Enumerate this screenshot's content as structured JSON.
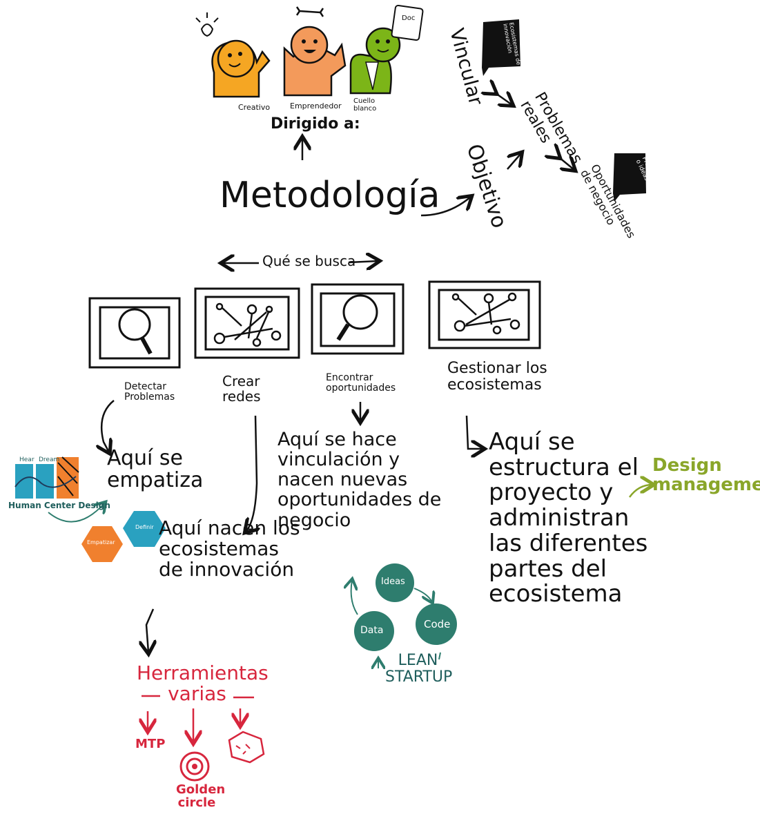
{
  "title": "Metodología",
  "audience": {
    "label": "Dirigido a:",
    "personas": [
      {
        "name": "Creativo",
        "color": "#f5a623"
      },
      {
        "name": "Emprendedor",
        "color": "#f39a5b"
      },
      {
        "name": "Cuello blanco",
        "color": "#7cb518"
      }
    ],
    "doc_label": "Doc"
  },
  "objective": {
    "label": "Objetivo",
    "vincular": "Vincular",
    "vincular_bubble": "Ecosistemas de innovación",
    "problemas": "Problemas reales",
    "oportunidades": "Oportunidades de negocio",
    "oportunidades_bubble": "Proyectos o ideas"
  },
  "que_se_busca": "Qué se busca",
  "goals": [
    {
      "label": "Detectar Problemas",
      "icon": "magnifier-icon"
    },
    {
      "label": "Crear redes",
      "icon": "network-icon"
    },
    {
      "label": "Encontrar oportunidades",
      "icon": "magnifier-icon"
    },
    {
      "label": "Gestionar los ecosistemas",
      "icon": "network-icon"
    }
  ],
  "notes": {
    "empatiza": "Aquí se empatiza",
    "ecosistemas": "Aquí nacen los ecosistemas de innovación",
    "vinculacion": "Aquí se hace vinculación y nacen nuevas oportunidades de negocio",
    "estructura": "Aquí se estructura el proyecto y administran las diferentes partes del ecosistema"
  },
  "human_center": {
    "label": "Human Center Design",
    "hear": "Hear",
    "dream": "Dream",
    "empatizar": "Empatizar",
    "definir": "Definir"
  },
  "design_management": "Design management",
  "lean_startup": {
    "label": "LEAN STARTUP",
    "nodes": [
      "Ideas",
      "Code",
      "Data"
    ]
  },
  "tools": {
    "title": "Herramientas varias",
    "items": [
      "MTP",
      "Golden circle"
    ]
  },
  "colors": {
    "ink": "#111111",
    "red": "#d7263d",
    "green": "#8aa62a",
    "teal": "#2e7d6e",
    "blue": "#2aa1c0",
    "orange": "#f0802e"
  }
}
